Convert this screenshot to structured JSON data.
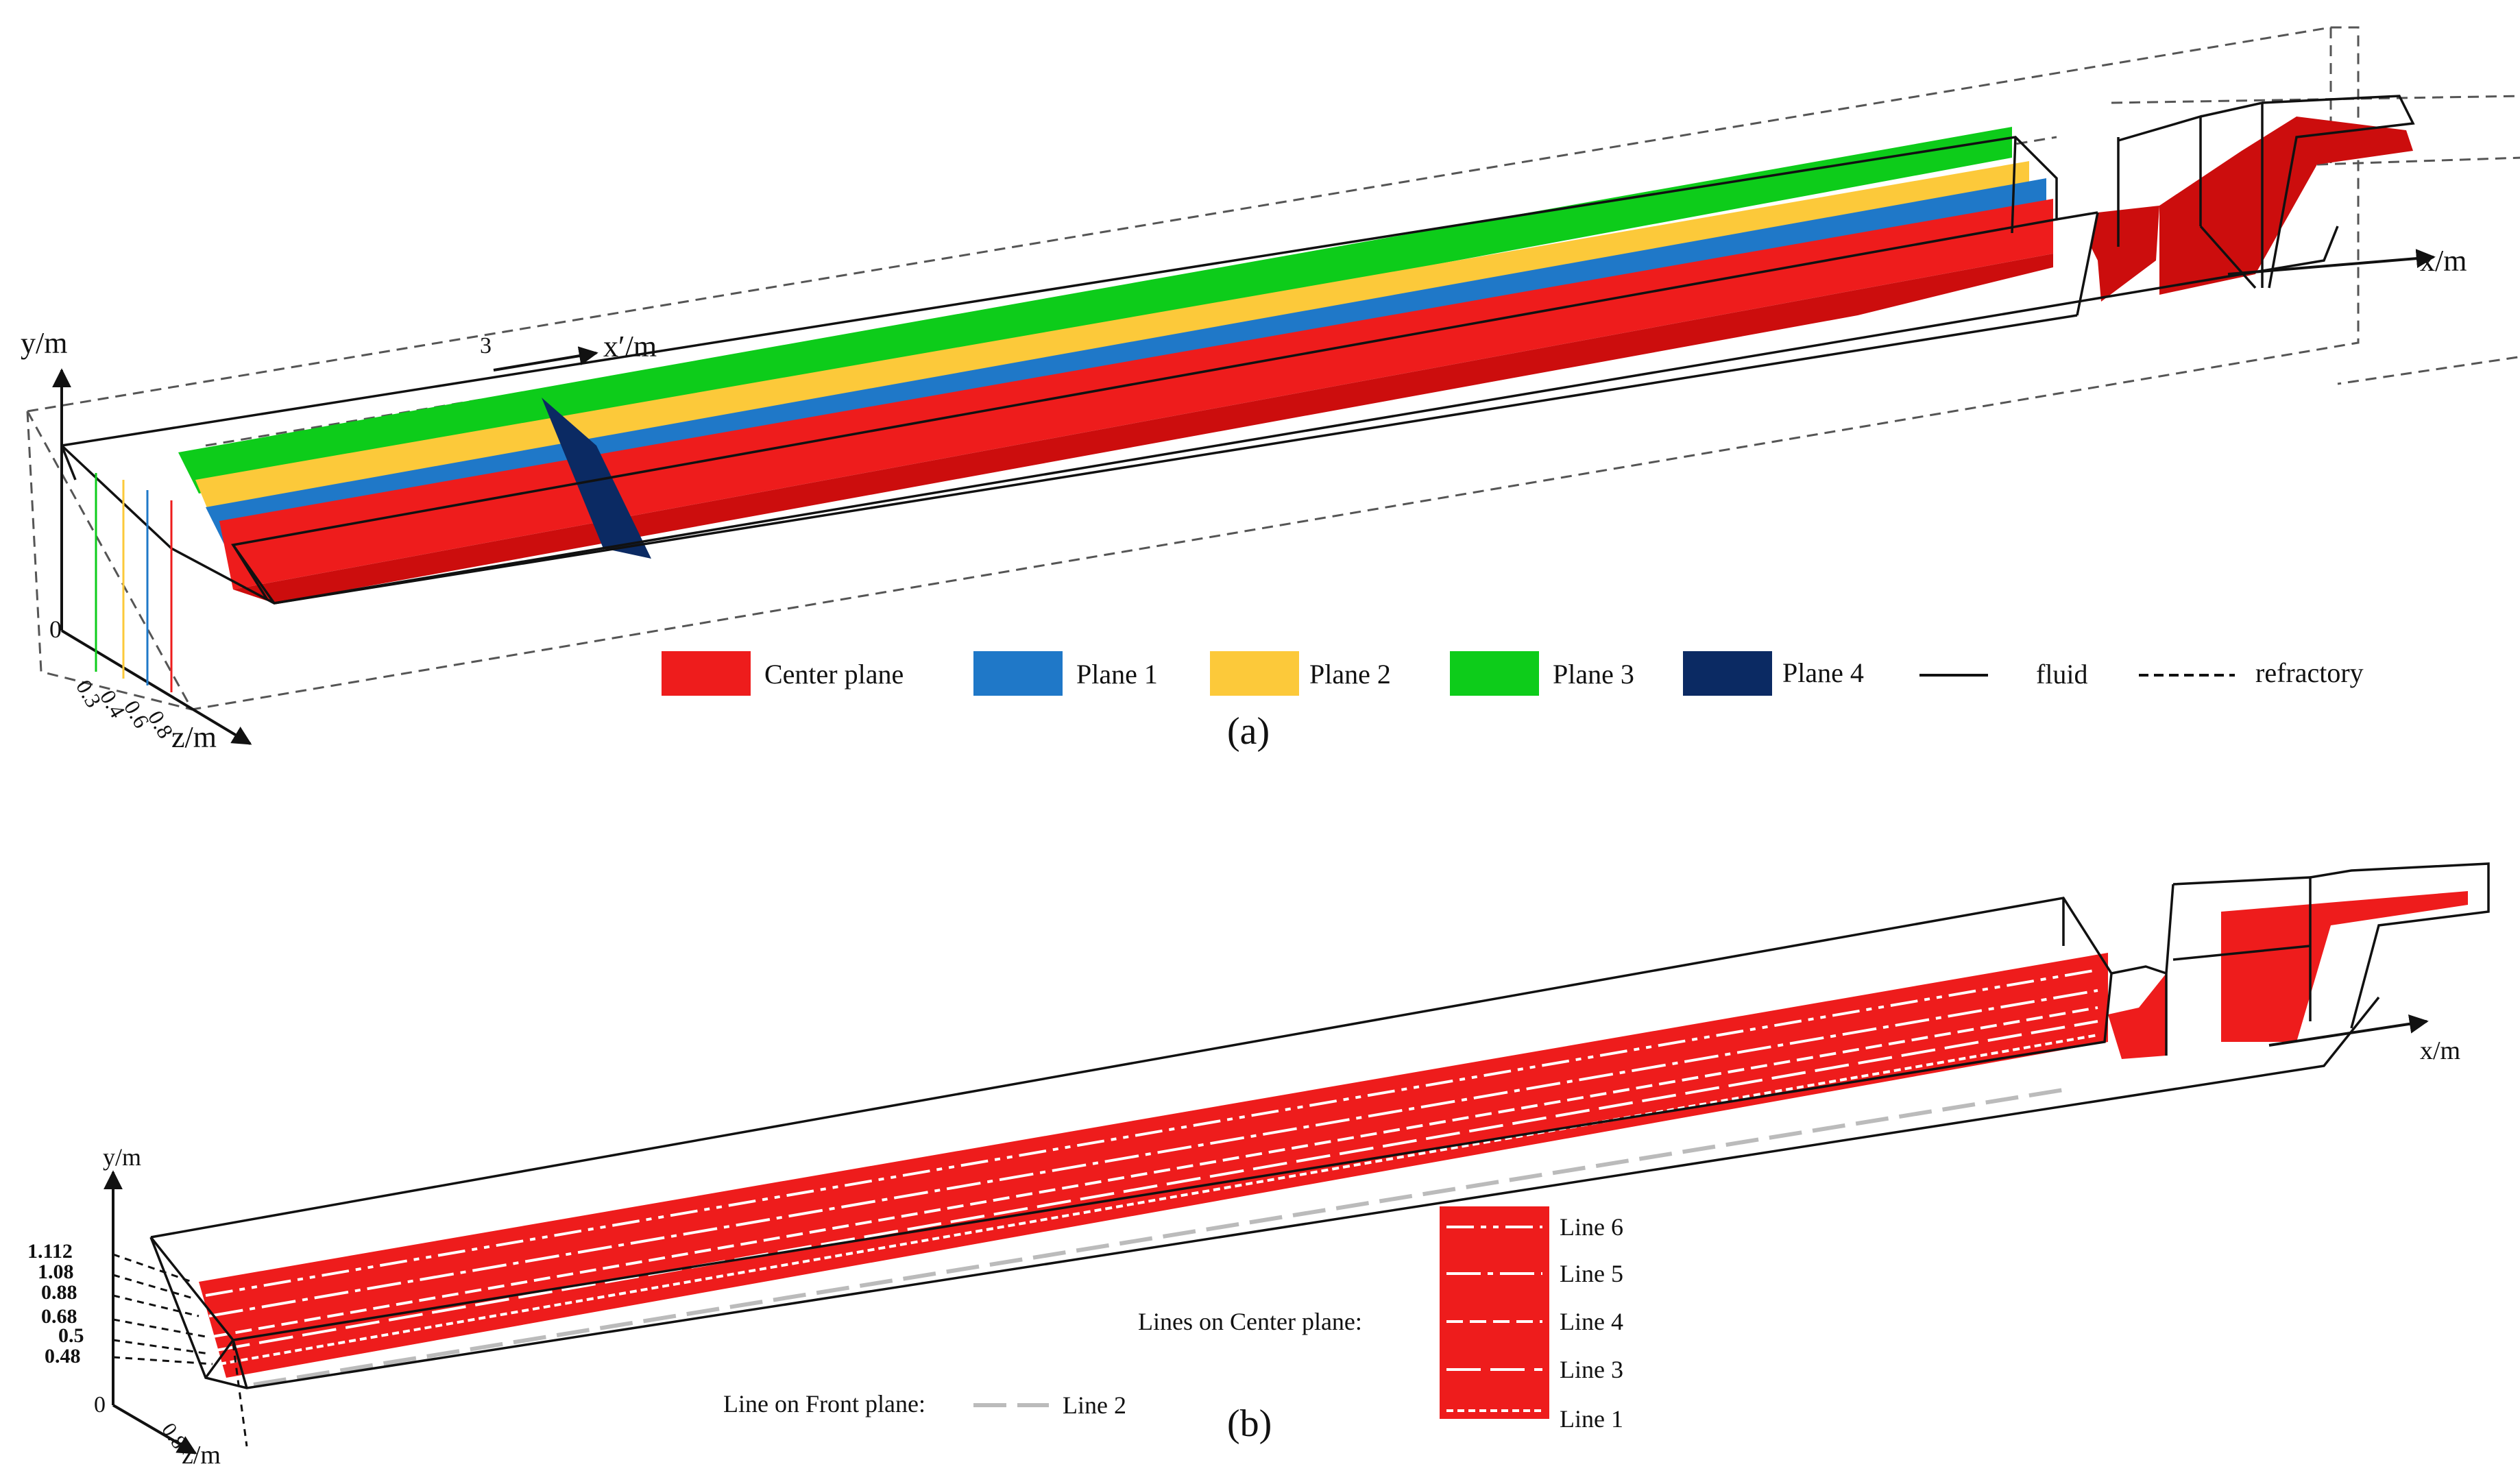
{
  "panel_a": {
    "caption": "(a)",
    "axes": {
      "y": "y/m",
      "z": "z/m",
      "x": "x/m",
      "x_prime": "x′/m",
      "origin": "0",
      "x_prime_tick": "3"
    },
    "z_ticks": [
      "0.3",
      "0.4",
      "0.6",
      "0.8"
    ],
    "legend": [
      {
        "label": "Center plane",
        "color": "#ee1c1c"
      },
      {
        "label": "Plane 1",
        "color": "#1f78c8"
      },
      {
        "label": "Plane 2",
        "color": "#fcc93a"
      },
      {
        "label": "Plane 3",
        "color": "#0dcc1a"
      },
      {
        "label": "Plane 4",
        "color": "#0b2a63"
      }
    ],
    "line_legend": [
      {
        "label": "fluid",
        "style": "solid"
      },
      {
        "label": "refractory",
        "style": "dashed"
      }
    ]
  },
  "panel_b": {
    "caption": "(b)",
    "axes": {
      "y": "y/m",
      "z": "z/m",
      "x": "x/m",
      "origin": "0",
      "z_tick": "0.8"
    },
    "y_ticks": [
      "1.112",
      "1.08",
      "0.88",
      "0.68",
      "0.5",
      "0.48"
    ],
    "center_lines_title": "Lines on Center plane:",
    "center_lines": [
      "Line 6",
      "Line 5",
      "Line 4",
      "Line 3",
      "Line 1"
    ],
    "front_line_title": "Line on Front plane:",
    "front_line": "Line 2",
    "plane_color": "#ee1c1c"
  }
}
